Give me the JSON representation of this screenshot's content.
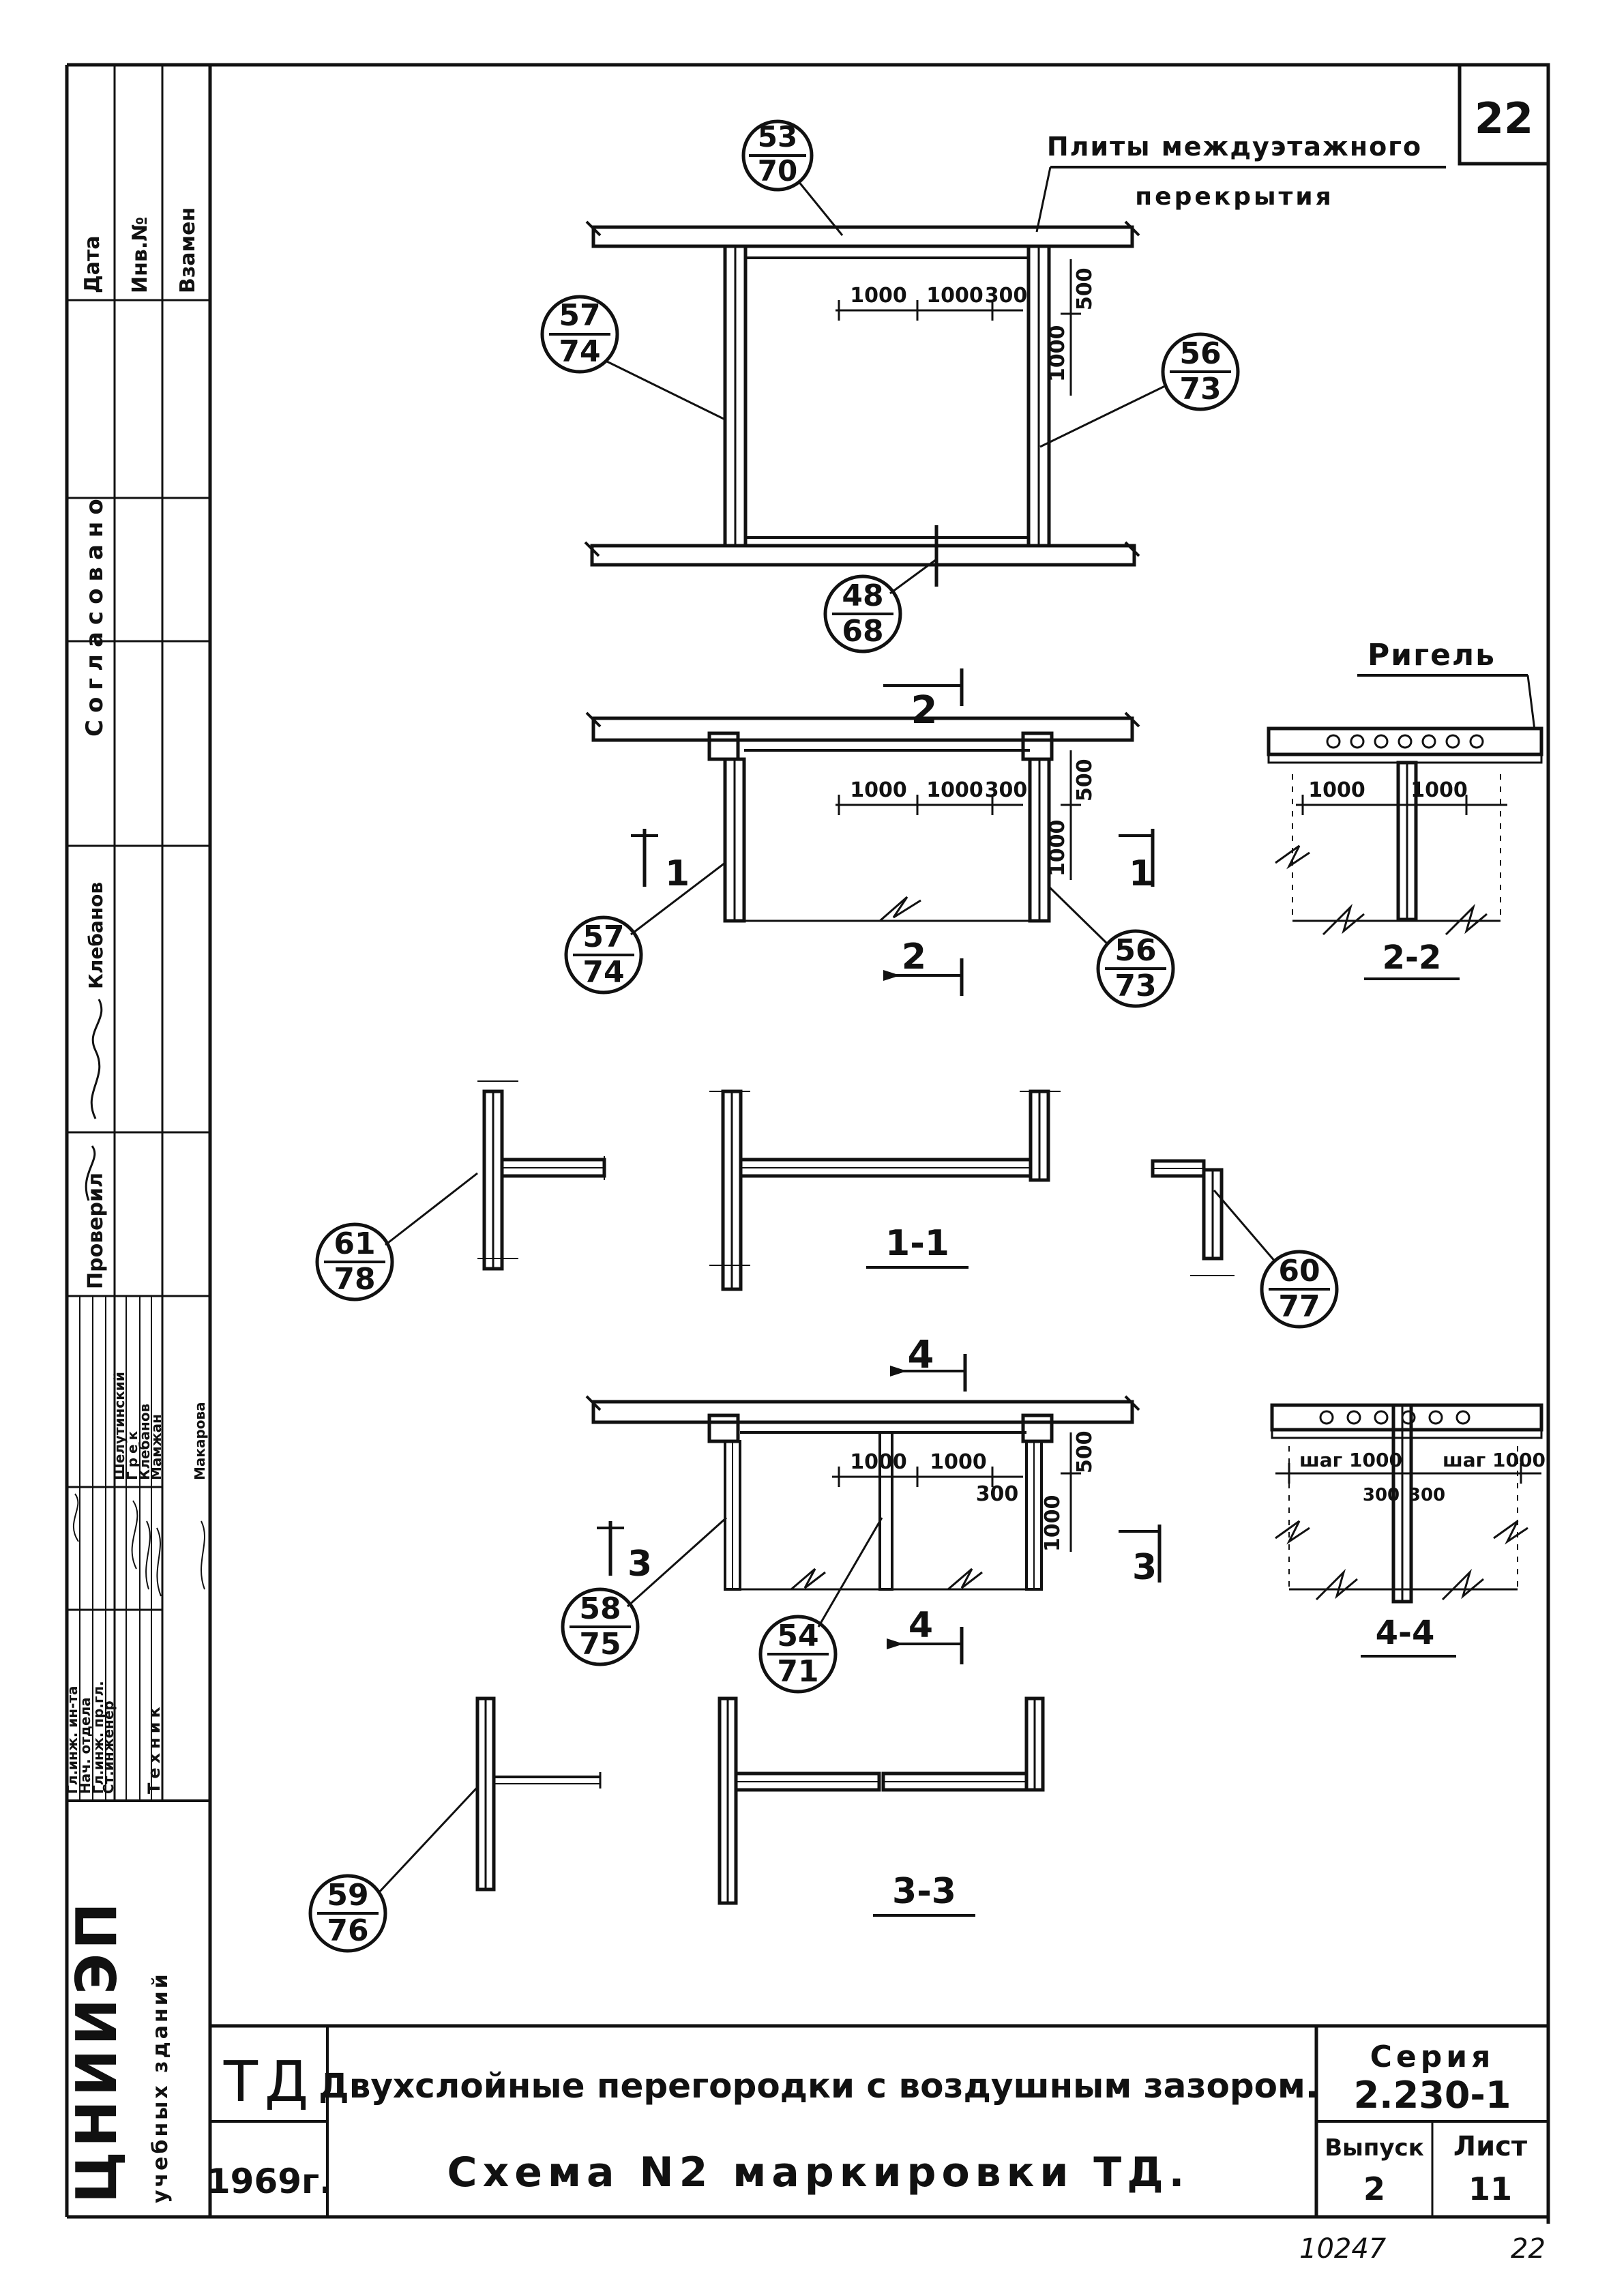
{
  "sheet": {
    "page_number": "22",
    "footer_left": "10247",
    "footer_right": "22"
  },
  "side_stamp": {
    "header_cols": [
      "Дата",
      "Инв.№",
      "Взамен"
    ],
    "rotated_top": "Согласовано",
    "roles": [
      "Гл.инж. ин-та",
      "Нач. отдела",
      "Гл.инж. пр.гл.",
      "Ст.инженер",
      "Техник"
    ],
    "names_col1": [
      "Шелутинский",
      "Грек",
      "Клебанов",
      "Мамжан",
      "Макарова"
    ],
    "checked_label": "Проверил",
    "checked_name": "Клебанов",
    "institute": "ЦНИИЭП",
    "institute_sub": "учебных зданий"
  },
  "title_block": {
    "code": "ТД",
    "year": "1969г.",
    "title_line1": "Двухслойные перегородки с воздушным зазором.",
    "title_line2": "Схема N2 маркировки ТД.",
    "series_label": "Серия",
    "series_value": "2.230-1",
    "issue_label": "Выпуск",
    "issue_value": "2",
    "sheet_label": "Лист",
    "sheet_value": "11"
  },
  "notes": {
    "slabs_line1": "Плиты междуэтажного",
    "slabs_line2": "перекрытия",
    "girder": "Ригель"
  },
  "callouts": [
    {
      "top": "53",
      "bottom": "70"
    },
    {
      "top": "57",
      "bottom": "74"
    },
    {
      "top": "56",
      "bottom": "73"
    },
    {
      "top": "48",
      "bottom": "68"
    },
    {
      "top": "57",
      "bottom": "74"
    },
    {
      "top": "56",
      "bottom": "73"
    },
    {
      "top": "61",
      "bottom": "78"
    },
    {
      "top": "60",
      "bottom": "77"
    },
    {
      "top": "58",
      "bottom": "75"
    },
    {
      "top": "54",
      "bottom": "71"
    },
    {
      "top": "59",
      "bottom": "76"
    }
  ],
  "dimensions": {
    "plan1": [
      "1000",
      "1000",
      "300",
      "1000",
      "500"
    ],
    "plan2": [
      "1000",
      "1000",
      "300",
      "1000",
      "500"
    ],
    "sec22": [
      "1000",
      "1000"
    ],
    "plan3": [
      "1000",
      "1000",
      "300",
      "1000",
      "500"
    ],
    "sec44": [
      "шаг 1000",
      "шаг 1000",
      "300",
      "300"
    ]
  },
  "section_labels": {
    "s2_top": "2",
    "s2_bottom": "2",
    "s1_left": "1",
    "s1_right": "1",
    "s22": "2-2",
    "s11": "1-1",
    "s4_top": "4",
    "s4_bottom": "4",
    "s3_left": "3",
    "s3_right": "3",
    "s44": "4-4",
    "s33": "3-3"
  }
}
